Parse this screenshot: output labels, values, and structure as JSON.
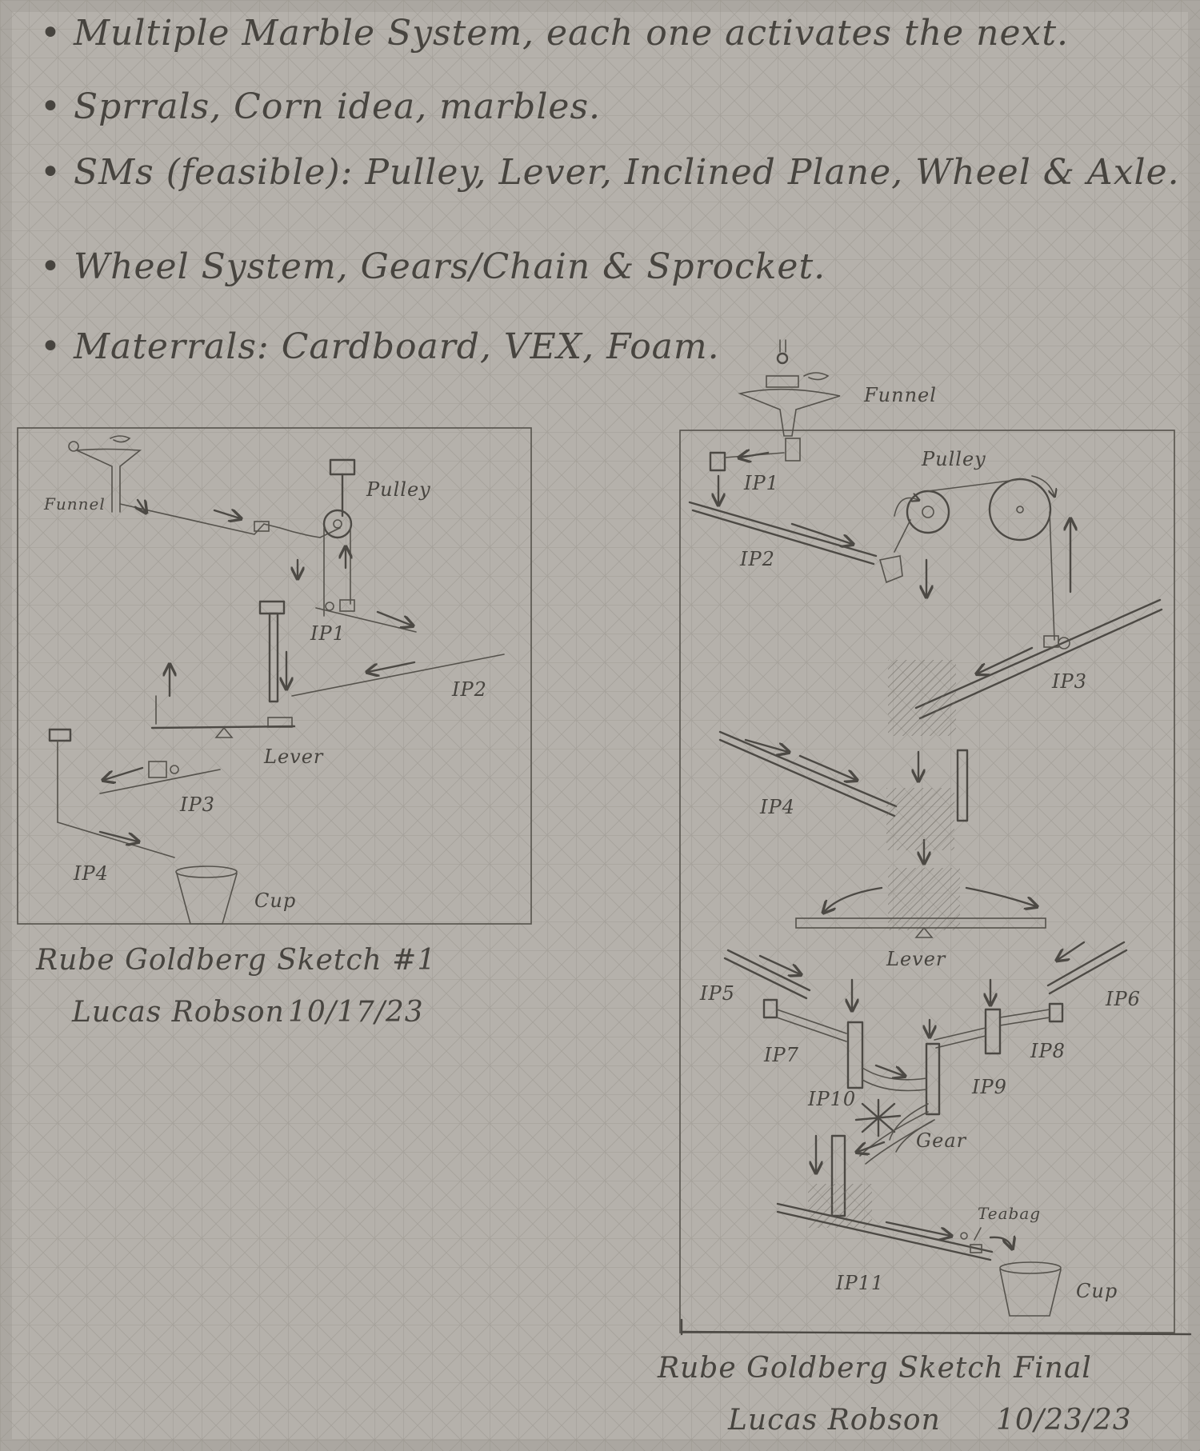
{
  "notes": [
    "Multiple Marble System, each one activates the next.",
    "Sprrals, Corn idea, marbles.",
    "SMs (feasible): Pulley, Lever, Inclined Plane, Wheel & Axle.",
    "Wheel System, Gears/Chain & Sprocket.",
    "Materrals: Cardboard, VEX, Foam."
  ],
  "sketch1": {
    "labels": {
      "funnel": "Funnel",
      "pulley": "Pulley",
      "ip1": "IP1",
      "ip2": "IP2",
      "ip3": "IP3",
      "ip4": "IP4",
      "lever": "Lever",
      "cup": "Cup"
    },
    "title": "Rube Goldberg Sketch #1",
    "author": "Lucas Robson",
    "date": "10/17/23"
  },
  "sketch2": {
    "labels": {
      "funnel": "Funnel",
      "pulley": "Pulley",
      "ip1": "IP1",
      "ip2": "IP2",
      "ip3": "IP3",
      "ip4": "IP4",
      "lever": "Lever",
      "ip5": "IP5",
      "ip6": "IP6",
      "ip7": "IP7",
      "ip8": "IP8",
      "ip9": "IP9",
      "ip10": "IP10",
      "gear": "Gear",
      "teabag": "Teabag",
      "ip11": "IP11",
      "cup": "Cup"
    },
    "title": "Rube Goldberg Sketch Final",
    "author": "Lucas Robson",
    "date": "10/23/23"
  },
  "colors": {
    "paper": "#b5b1ab",
    "grid": "#9c9892",
    "ink": "#4c4944"
  }
}
